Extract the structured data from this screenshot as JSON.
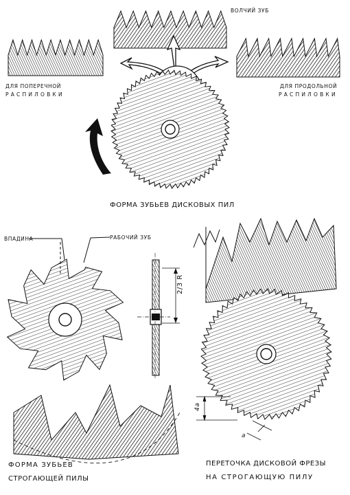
{
  "labels": {
    "wolf_tooth": "ВОЛЧИЙ ЗУБ",
    "cross_cut_1": "ДЛЯ ПОПЕРЕЧНОЙ",
    "cross_cut_2": "РАСПИЛОВКИ",
    "rip_cut_1": "ДЛЯ ПРОДОЛЬНОЙ",
    "rip_cut_2": "РАСПИЛОВКИ",
    "main_caption": "ФОРМА ЗУБЬЕВ ДИСКОВЫХ ПИЛ",
    "gullet": "ВПАДИНА",
    "working_tooth": "РАБОЧИЙ ЗУБ",
    "dim_two_thirds_r": "2/3 R",
    "dim_4a": "4a",
    "dim_a": "a",
    "planer_caption_1": "ФОРМА ЗУБЬЕВ",
    "planer_caption_2": "СТРОГАЮЩЕЙ ПИЛЫ",
    "regrind_caption_1": "ПЕРЕТОЧКА ДИСКОВОЙ ФРЕЗЫ",
    "regrind_caption_2": "НА СТРОГАЮЩУЮ ПИЛУ"
  },
  "colors": {
    "ink": "#111111",
    "paper": "#ffffff"
  },
  "icons": {
    "rotation_arrow": "curved-arrow-icon"
  }
}
